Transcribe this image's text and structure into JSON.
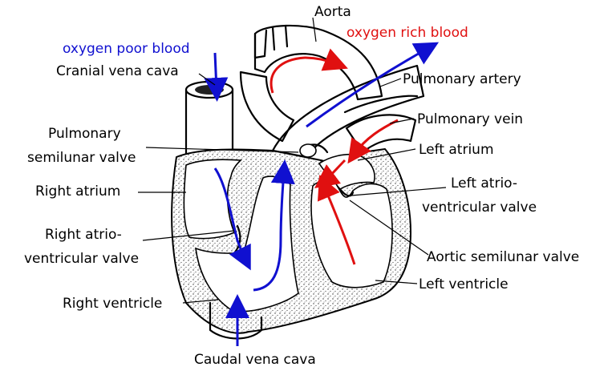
{
  "labels": {
    "aorta": "Aorta",
    "oxygen_poor": "oxygen poor blood",
    "oxygen_rich": "oxygen rich blood",
    "cranial_vena_cava": "Cranial vena cava",
    "pulmonary_artery": "Pulmonary artery",
    "pulmonary_vein": "Pulmonary vein",
    "pulmonary_semilunar_1": "Pulmonary",
    "pulmonary_semilunar_2": "semilunar valve",
    "left_atrium": "Left atrium",
    "left_av_1": "Left atrio-",
    "left_av_2": "ventricular valve",
    "right_atrium": "Right atrium",
    "right_av_1": "Right atrio-",
    "right_av_2": "ventricular valve",
    "aortic_semilunar": "Aortic semilunar valve",
    "left_ventricle": "Left ventricle",
    "right_ventricle": "Right ventricle",
    "caudal_vena_cava": "Caudal vena cava"
  },
  "colors": {
    "oxygen_poor": "#1010d0",
    "oxygen_rich": "#e01010",
    "outline": "#000000"
  }
}
